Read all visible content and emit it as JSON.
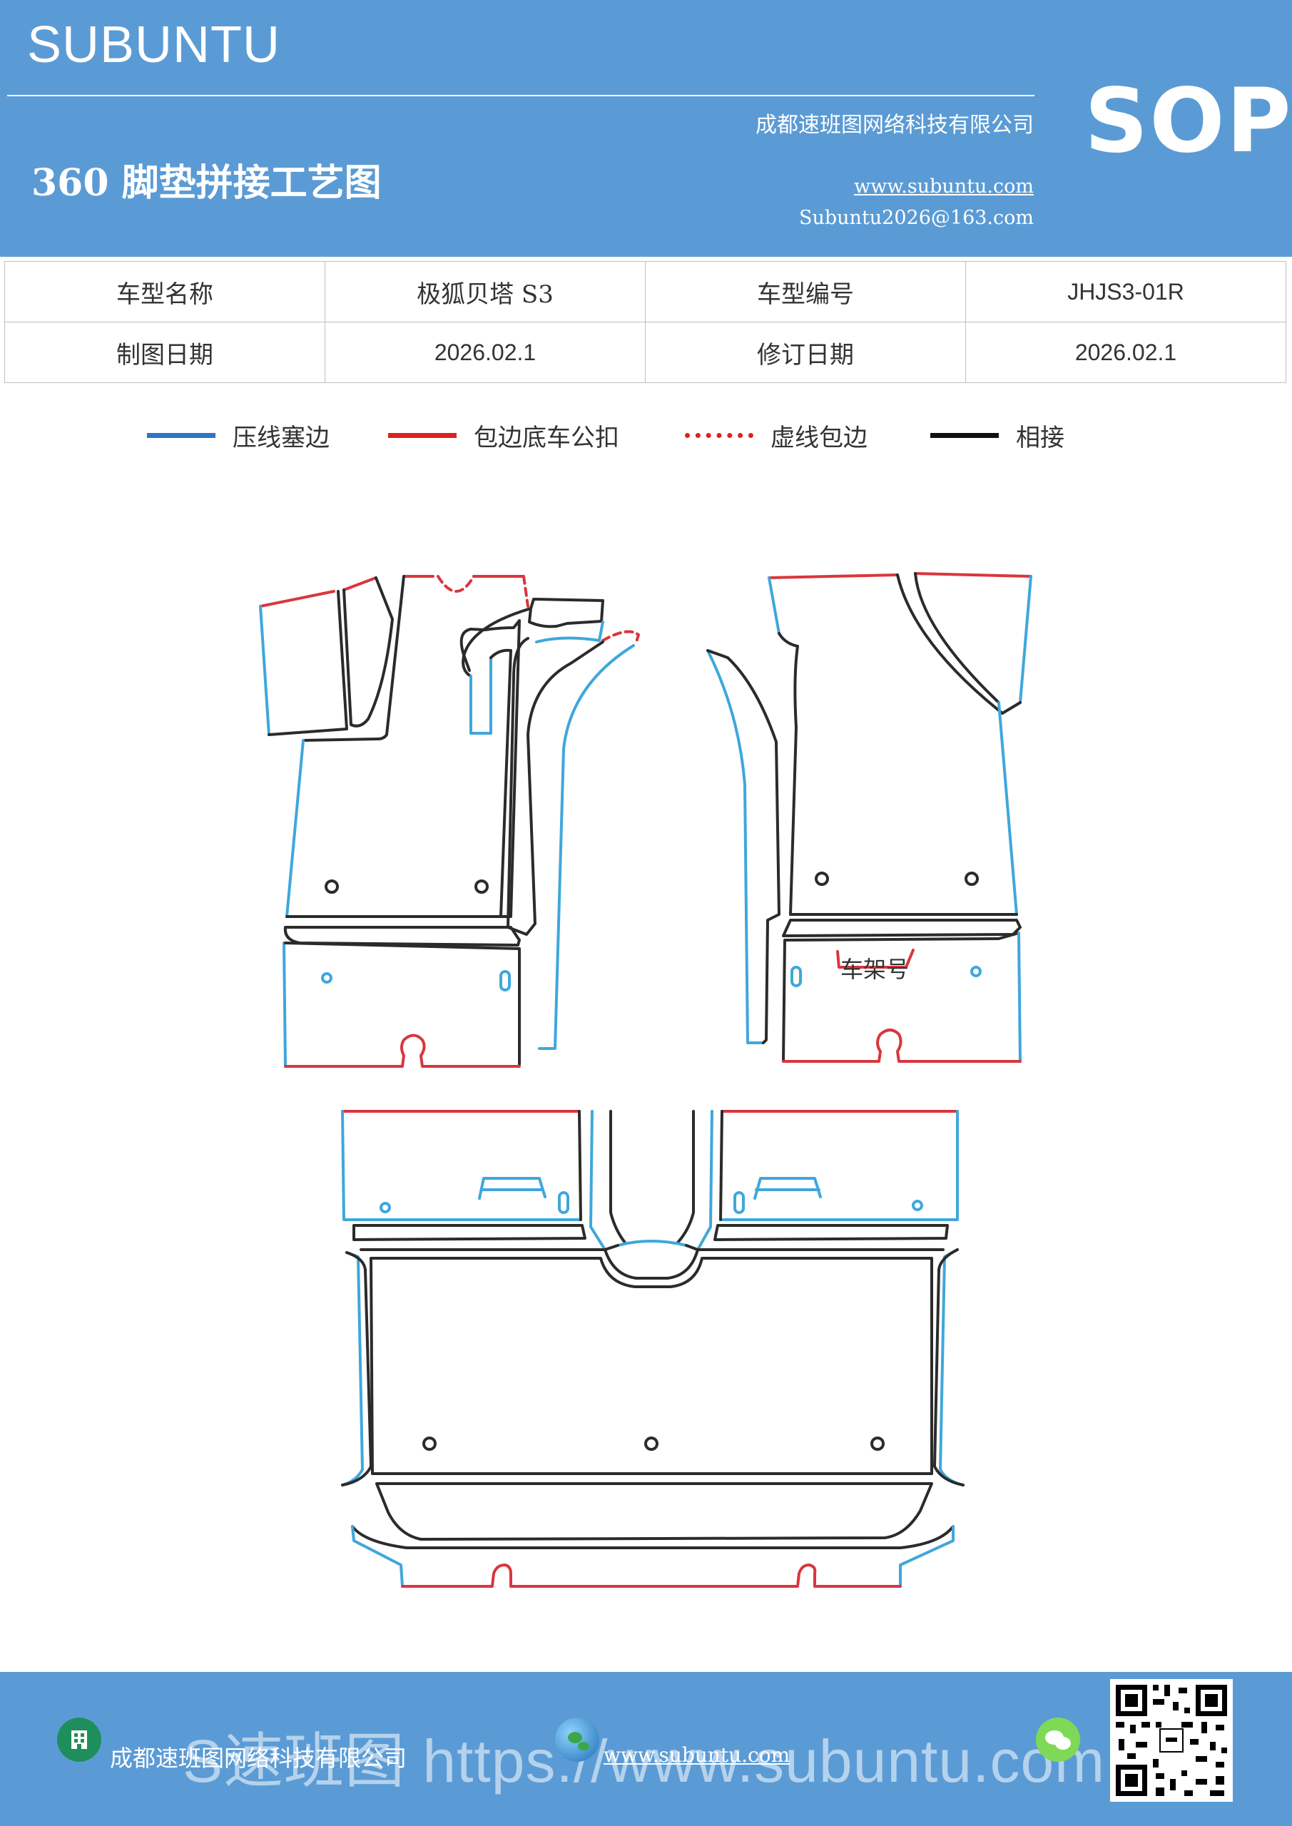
{
  "header": {
    "brand": "SUBUNTU",
    "company": "成都速班图网络科技有限公司",
    "title": "360 脚垫拼接工艺图",
    "website": "www.subuntu.com",
    "email": "Subuntu2026@163.com",
    "badge": "SOP"
  },
  "info_table": [
    [
      "车型名称",
      "极狐贝塔 S3",
      "车型编号",
      "JHJS3-01R"
    ],
    [
      "制图日期",
      "2026.02.1",
      "修订日期",
      "2026.02.1"
    ]
  ],
  "legend": [
    {
      "label": "压线塞边",
      "color": "#2e75c8",
      "style": "solid"
    },
    {
      "label": "包边底车公扣",
      "color": "#e02020",
      "style": "solid"
    },
    {
      "label": "虚线包边",
      "color": "#e02020",
      "style": "dotted"
    },
    {
      "label": "相接",
      "color": "#111111",
      "style": "solid"
    }
  ],
  "diagram": {
    "annotation": "车架号",
    "colors": {
      "blue": "#3fa7dc",
      "red": "#d9363e",
      "black": "#2b2b2b"
    }
  },
  "footer": {
    "watermark": "S速班图 https://www.subuntu.com",
    "company": "成都速班图网络科技有限公司",
    "website": "www.subuntu.com"
  },
  "icons": [
    "building-icon",
    "globe-icon",
    "wechat-icon",
    "qr-code"
  ]
}
